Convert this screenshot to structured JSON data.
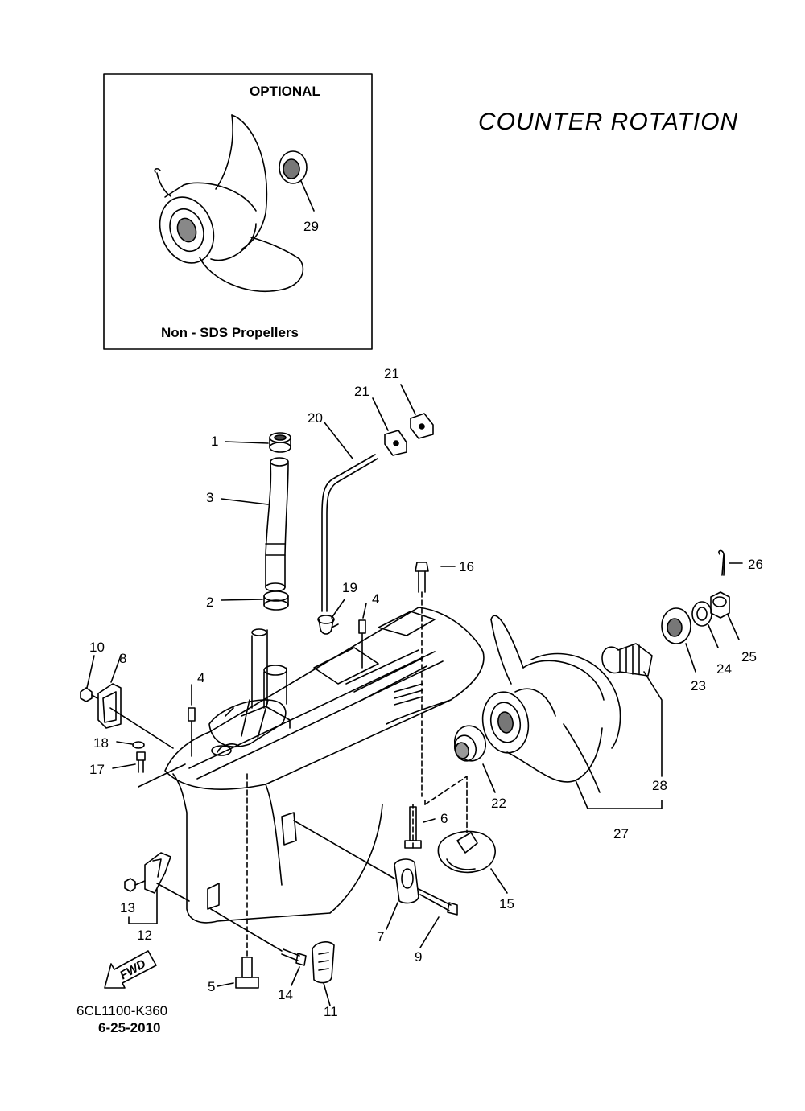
{
  "header": {
    "title": "COUNTER  ROTATION"
  },
  "inset": {
    "title": "OPTIONAL",
    "caption": "Non - SDS Propellers",
    "part_label": "29"
  },
  "callouts": [
    {
      "id": "c1",
      "text": "1"
    },
    {
      "id": "c2",
      "text": "2"
    },
    {
      "id": "c3",
      "text": "3"
    },
    {
      "id": "c4a",
      "text": "4"
    },
    {
      "id": "c4b",
      "text": "4"
    },
    {
      "id": "c5",
      "text": "5"
    },
    {
      "id": "c6",
      "text": "6"
    },
    {
      "id": "c7",
      "text": "7"
    },
    {
      "id": "c8",
      "text": "8"
    },
    {
      "id": "c9",
      "text": "9"
    },
    {
      "id": "c10",
      "text": "10"
    },
    {
      "id": "c11",
      "text": "11"
    },
    {
      "id": "c12",
      "text": "12"
    },
    {
      "id": "c13",
      "text": "13"
    },
    {
      "id": "c14",
      "text": "14"
    },
    {
      "id": "c15",
      "text": "15"
    },
    {
      "id": "c16",
      "text": "16"
    },
    {
      "id": "c17",
      "text": "17"
    },
    {
      "id": "c18",
      "text": "18"
    },
    {
      "id": "c19",
      "text": "19"
    },
    {
      "id": "c20",
      "text": "20"
    },
    {
      "id": "c21a",
      "text": "21"
    },
    {
      "id": "c21b",
      "text": "21"
    },
    {
      "id": "c22",
      "text": "22"
    },
    {
      "id": "c23",
      "text": "23"
    },
    {
      "id": "c24",
      "text": "24"
    },
    {
      "id": "c25",
      "text": "25"
    },
    {
      "id": "c26",
      "text": "26"
    },
    {
      "id": "c27",
      "text": "27"
    },
    {
      "id": "c28",
      "text": "28"
    }
  ],
  "fwd_arrow": {
    "label": "FWD"
  },
  "footer": {
    "code": "6CL1100-K360",
    "date": "6-25-2010"
  }
}
